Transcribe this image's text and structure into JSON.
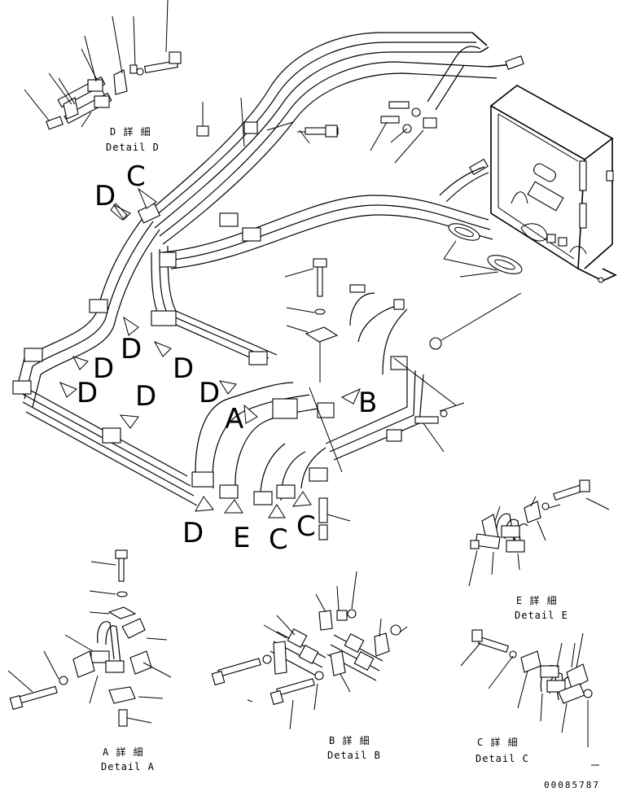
{
  "drawing_id": "00085787",
  "view_labels": [
    "D",
    "C",
    "D",
    "D",
    "D",
    "D",
    "D",
    "D",
    "B",
    "A",
    "D",
    "E",
    "C",
    "C"
  ],
  "details": {
    "d": {
      "jp": "D 詳 細",
      "en": "Detail D"
    },
    "a": {
      "jp": "A 詳 細",
      "en": "Detail A"
    },
    "b": {
      "jp": "B 詳 細",
      "en": "Detail B"
    },
    "c": {
      "jp": "C 詳 細",
      "en": "Detail C"
    },
    "e": {
      "jp": "E 詳 細",
      "en": "Detail E"
    }
  }
}
